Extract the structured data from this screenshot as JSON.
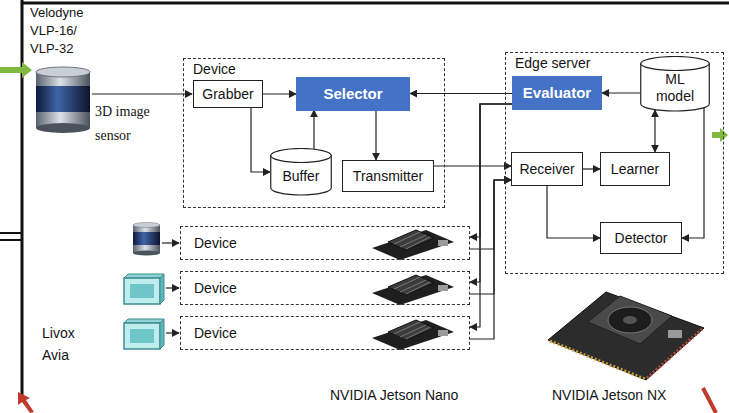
{
  "diagram": {
    "nodes": [
      {
        "text": [
          "Device"
        ]
      },
      {
        "text": [
          "Grabber"
        ],
        "in": 0
      },
      {
        "text": [
          "Selector"
        ],
        "in": 0
      },
      {
        "text": [
          "Buffer"
        ],
        "in": 0
      },
      {
        "text": [
          "Transmitter"
        ],
        "in": 0
      },
      {
        "text": [
          "Edge server"
        ]
      },
      {
        "text": [
          "Evaluator"
        ],
        "in": 5
      },
      {
        "text": [
          "ML model"
        ],
        "in": 5
      },
      {
        "text": [
          "Receiver"
        ],
        "in": 5
      },
      {
        "text": [
          "Learner"
        ],
        "in": 5
      },
      {
        "text": [
          "Detector"
        ],
        "in": 5
      },
      {
        "text": [
          "Device"
        ]
      },
      {
        "text": [
          "Device"
        ]
      },
      {
        "text": [
          "Device"
        ]
      }
    ],
    "edges": [
      {
        "from": 1,
        "to": 2,
        "arrow": "to"
      },
      {
        "from": 1,
        "to": 3,
        "arrow": "to"
      },
      {
        "from": 3,
        "to": 2,
        "arrow": "to"
      },
      {
        "from": 2,
        "to": 4,
        "arrow": "to"
      },
      {
        "from": 6,
        "to": 2,
        "arrow": "to"
      },
      {
        "from": 4,
        "to": 8,
        "arrow": "to"
      },
      {
        "from": 8,
        "to": 9,
        "arrow": "to"
      },
      {
        "from": 8,
        "to": 10,
        "arrow": "to"
      },
      {
        "from": 9,
        "to": 7,
        "arrow": "both"
      },
      {
        "from": 7,
        "to": 6,
        "arrow": "to"
      },
      {
        "from": 7,
        "to": 10,
        "arrow": "to"
      },
      {
        "from": 6,
        "to": 11,
        "arrow": "to"
      },
      {
        "from": 6,
        "to": 12,
        "arrow": "to"
      },
      {
        "from": 6,
        "to": 13,
        "arrow": "to"
      },
      {
        "from": 11,
        "to": 8,
        "arrow": "to"
      },
      {
        "from": 12,
        "to": 8,
        "arrow": "to"
      },
      {
        "from": 13,
        "to": 8,
        "arrow": "to"
      }
    ],
    "labels": [
      "Velodyne VLP-16/ VLP-32",
      "3D image sensor",
      "Livox Avia",
      "NVIDIA Jetson Nano",
      "NVIDIA Jetson NX"
    ]
  }
}
